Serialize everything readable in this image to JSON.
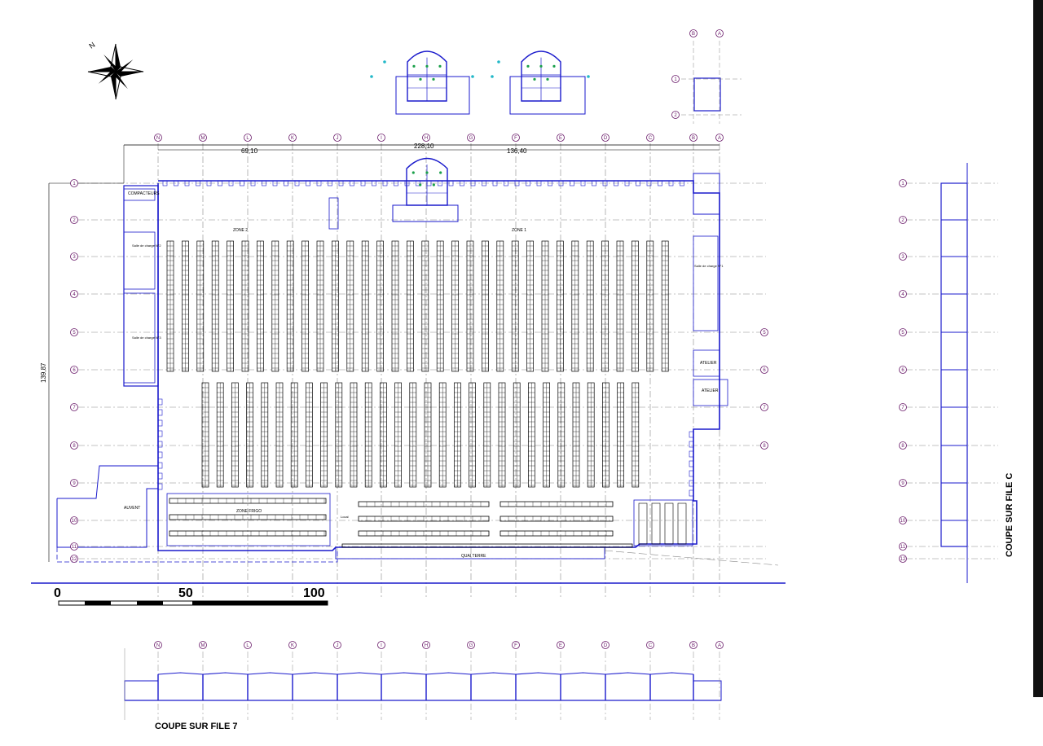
{
  "scale_bar": {
    "labels": [
      "0",
      "50",
      "100"
    ]
  },
  "north_arrow": {
    "label": "N"
  },
  "dimensions": {
    "total_width": "228,10",
    "left_span": "69,10",
    "right_span": "136,40",
    "height": "139,87"
  },
  "column_axes": [
    "N",
    "M",
    "L",
    "K",
    "J",
    "I",
    "H",
    "G",
    "F",
    "E",
    "D",
    "C",
    "B",
    "A"
  ],
  "row_axes": [
    "1",
    "2",
    "3",
    "4",
    "5",
    "6",
    "7",
    "8",
    "9",
    "10",
    "11",
    "12"
  ],
  "rooms": {
    "compactors": "COMPACTEURS",
    "charging_left_top": "Salle de charge N°2",
    "charging_left_bottom": "Salle de charge N°3",
    "charging_right": "Salle de charge N°1",
    "workshop_a": "ATELIER",
    "workshop_b": "ATELIER",
    "zone_left": "ZONE 2",
    "zone_right": "ZONE 1",
    "frozen": "ZONE FRIGO",
    "shelter": "AUVENT",
    "quay": "QUAI TERRE",
    "local": "Local"
  },
  "section_c": {
    "title": "COUPE SUR FILE C"
  },
  "section_7": {
    "title": "COUPE SUR FILE 7"
  },
  "colors": {
    "plan_blue": "#1a1acc",
    "axis_purple": "#6a1b6a",
    "line_gray": "#888888"
  }
}
